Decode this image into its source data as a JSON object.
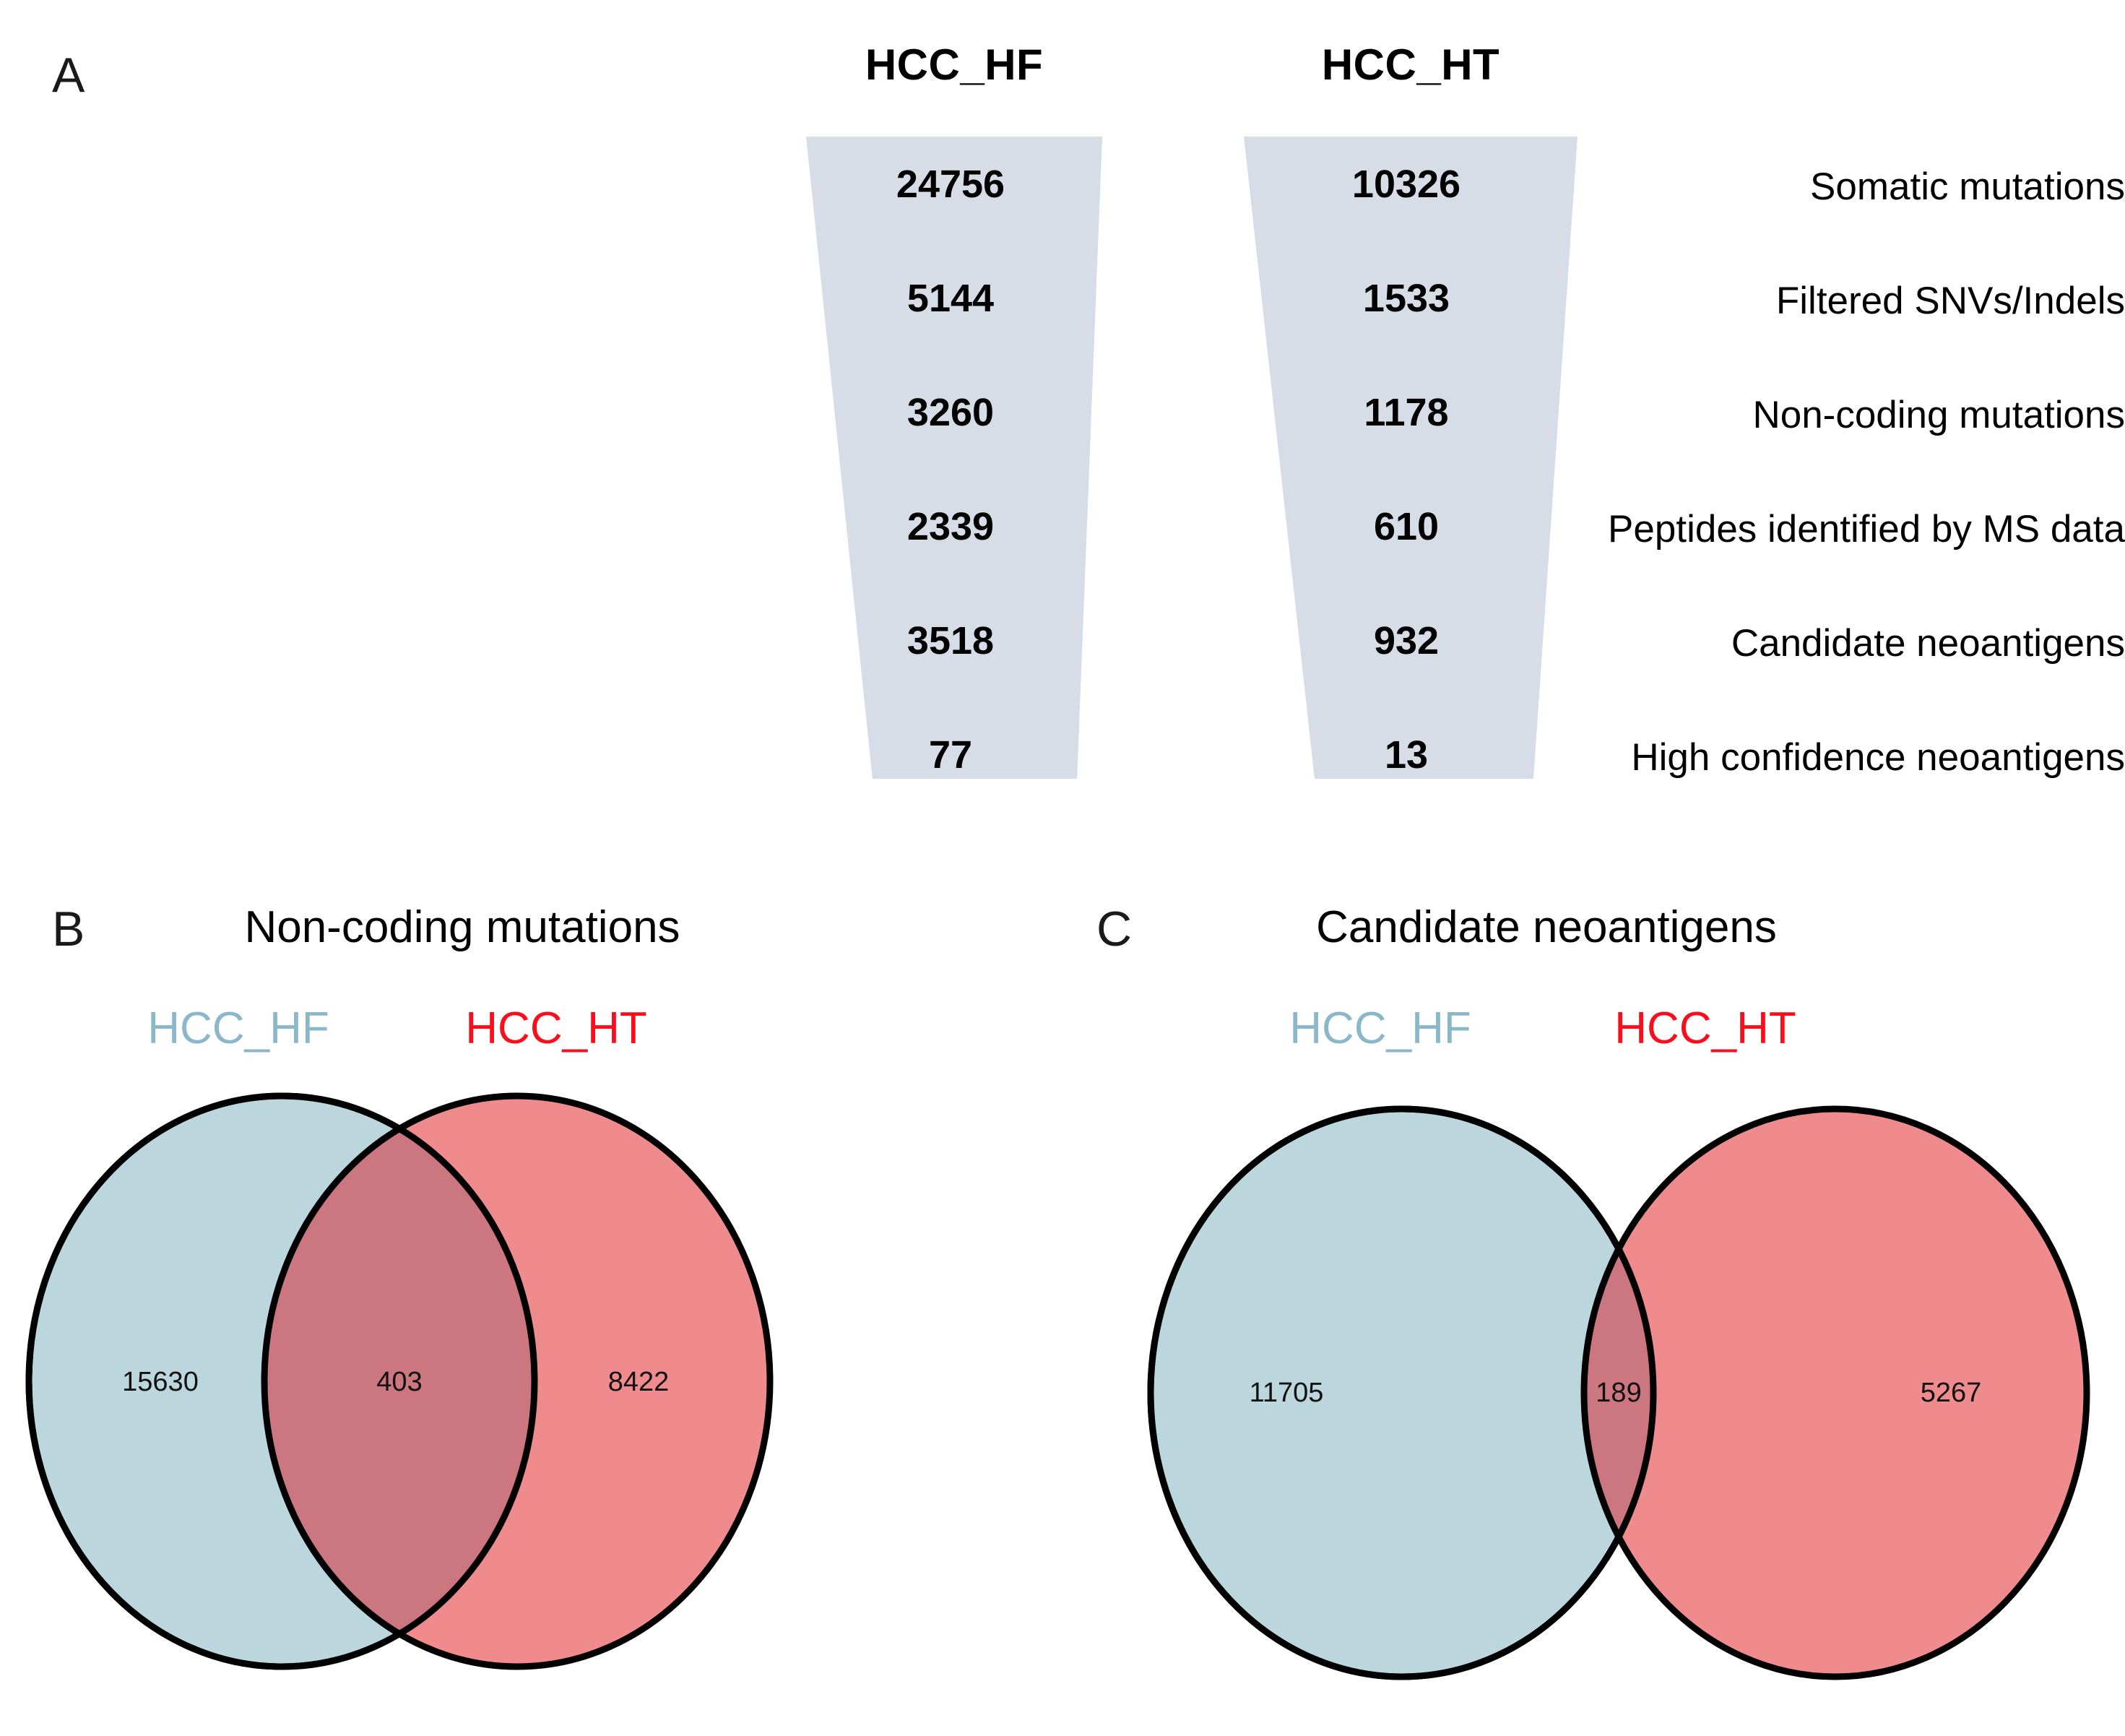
{
  "figure": {
    "panel_a_letter": "A",
    "panel_b_letter": "B",
    "panel_c_letter": "C"
  },
  "colors": {
    "funnel_fill": "#d7dde6",
    "hf_blue": "#bcd6de",
    "ht_red": "#ef8b8d",
    "overlap": "#cc7780",
    "outline": "#000000",
    "hf_label_text": "#8bb8c8",
    "ht_label_text": "#fc0d1b"
  },
  "panel_a": {
    "columns": [
      "HCC_HF",
      "HCC_HT"
    ],
    "rows": [
      {
        "label": "Somatic mutations",
        "HCC_HF": "24756",
        "HCC_HT": "10326"
      },
      {
        "label": "Filtered SNVs/Indels",
        "HCC_HF": "5144",
        "HCC_HT": "1533"
      },
      {
        "label": "Non-coding mutations",
        "HCC_HF": "3260",
        "HCC_HT": "1178"
      },
      {
        "label": "Peptides identified by MS data",
        "HCC_HF": "2339",
        "HCC_HT": "610"
      },
      {
        "label": "Candidate neoantigens",
        "HCC_HF": "3518",
        "HCC_HT": "932"
      },
      {
        "label": "High confidence neoantigens",
        "HCC_HF": "77",
        "HCC_HT": "13"
      }
    ]
  },
  "chart_data": [
    {
      "type": "venn",
      "panel": "B",
      "title": "Non-coding mutations",
      "sets": [
        "HCC_HF",
        "HCC_HT"
      ],
      "set_labels": {
        "left": "HCC_HF",
        "right": "HCC_HT"
      },
      "values": {
        "left_only": "15630",
        "intersection": "403",
        "right_only": "8422"
      },
      "colors": {
        "left": "#bcd6de",
        "right": "#ef8b8d",
        "intersection": "#cc7780"
      },
      "legend_position": "top"
    },
    {
      "type": "venn",
      "panel": "C",
      "title": "Candidate neoantigens",
      "sets": [
        "HCC_HF",
        "HCC_HT"
      ],
      "set_labels": {
        "left": "HCC_HF",
        "right": "HCC_HT"
      },
      "values": {
        "left_only": "11705",
        "intersection": "189",
        "right_only": "5267"
      },
      "colors": {
        "left": "#bcd6de",
        "right": "#ef8b8d",
        "intersection": "#cc7780"
      },
      "legend_position": "top"
    },
    {
      "type": "funnel",
      "panel": "A",
      "stages": [
        "Somatic mutations",
        "Filtered SNVs/Indels",
        "Non-coding mutations",
        "Peptides identified by MS data",
        "Candidate neoantigens",
        "High confidence neoantigens"
      ],
      "series": [
        {
          "name": "HCC_HF",
          "values": [
            24756,
            5144,
            3260,
            2339,
            3518,
            77
          ]
        },
        {
          "name": "HCC_HT",
          "values": [
            10326,
            1533,
            1178,
            610,
            932,
            13
          ]
        }
      ]
    }
  ]
}
